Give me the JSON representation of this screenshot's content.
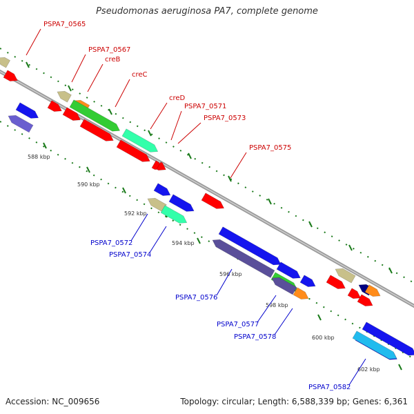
{
  "title": "Pseudomonas aeruginosa PA7, complete genome",
  "footer": {
    "accession": "Accession: NC_009656",
    "summary": "Topology: circular; Length: 6,588,339 bp; Genes: 6,361"
  },
  "colors": {
    "backbone": "#999999",
    "label_forward": "#cc0000",
    "label_reverse": "#0000cc",
    "tick_mark": "#1a7a1a",
    "red": "#ff0000",
    "blue": "#1515ee",
    "tan": "#c8c08a",
    "orange": "#ff8c1a",
    "green": "#33cc33",
    "aqua": "#33ffaa",
    "purple": "#6a5fcf",
    "slate": "#5a4f9a",
    "navy": "#000080",
    "cyan": "#22bbee"
  },
  "ticks": [
    "588 kbp",
    "590 kbp",
    "592 kbp",
    "594 kbp",
    "596 kbp",
    "598 kbp",
    "600 kbp",
    "602 kbp"
  ],
  "forward_labels": [
    "PSPA7_0565",
    "PSPA7_0567",
    "creB",
    "creC",
    "creD",
    "PSPA7_0571",
    "PSPA7_0573",
    "PSPA7_0575"
  ],
  "reverse_labels": [
    "PSPA7_0572",
    "PSPA7_0574",
    "PSPA7_0576",
    "PSPA7_0577",
    "PSPA7_0578",
    "PSPA7_0582"
  ]
}
